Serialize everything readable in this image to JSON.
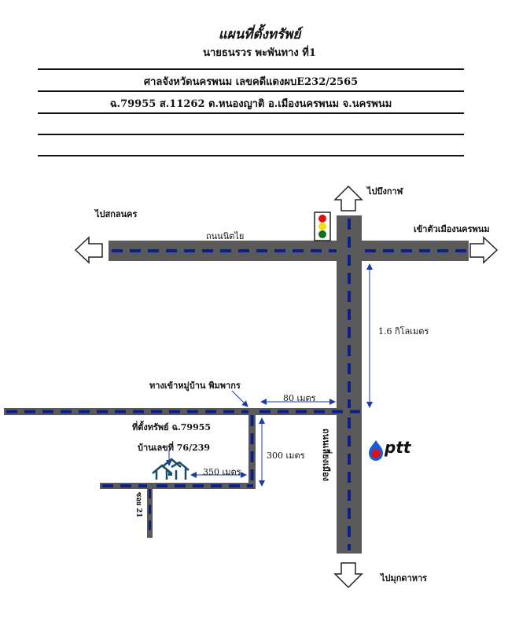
{
  "header": {
    "title": "แผนที่ตั้งทรัพย์",
    "owner": "นายธนรวร พะพันทาง ที่1",
    "court_case": "ศาลจังหวัดนครพนม เลขคดีแดงผบE232/2565",
    "deed_location": "ฉ.79955 ส.11262 ต.หนองญาติ อ.เมืองนครพนม จ.นครพนม",
    "blank_rows": [
      "",
      ""
    ]
  },
  "map": {
    "directions": {
      "north": "ไปบึงกาฬ",
      "west": "ไปสกลนคร",
      "east": "เข้าตัวเมืองนครพนม",
      "south": "ไปมุกดาหาร"
    },
    "roads": {
      "top_road": "ถนนนิตไย",
      "main_road": "ถนนเลี่ยงเมือง",
      "soi": "ซอย 21"
    },
    "distances": {
      "junction_to_intersection": "1.6 กิโลเมตร",
      "entrance_to_main_road": "80 เมตร",
      "soi_length": "300 เมตร",
      "house_to_soi": "350 เมตร"
    },
    "landmarks": {
      "village_entrance": "ทางเข้าหมู่บ้าน พิมพากร",
      "property_label": "ที่ตั้งทรัพย์ ฉ.79955",
      "house_number": "บ้านเลขที่ 76/239",
      "gas_station": "ptt"
    },
    "colors": {
      "road": "#5a5a5a",
      "lane_dash": "#0a1f8a",
      "dimension_line": "#1a3aa8",
      "traffic_red": "#e01010",
      "traffic_yellow": "#f0e010",
      "traffic_green": "#107020",
      "ptt_blue": "#1a5ad8",
      "ptt_red": "#e01010",
      "house": "#1a4a6a"
    }
  }
}
